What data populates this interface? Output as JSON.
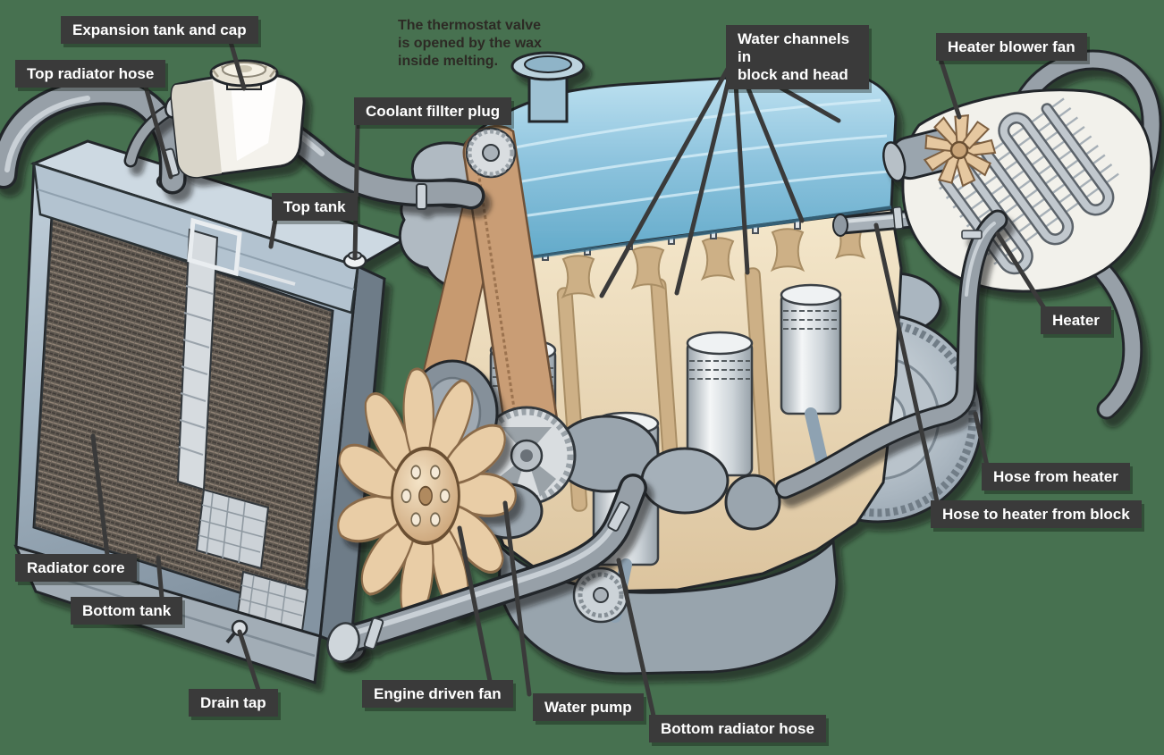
{
  "scene": {
    "description": "Cutaway diagram of a car engine water cooling system",
    "colors": {
      "background": "#477150",
      "label_background": "#3a3a3a",
      "label_text": "#ffffff",
      "leader_line": "#3a3a3a",
      "note_text": "#2d2a25",
      "engine_valve_cover": "#7fb8d8",
      "engine_block_cutaway": "#ecdcbe",
      "fan_and_belt": "#e0bf97",
      "radiator_metal": "#a3b4c2",
      "hose_gray": "#97a0a8"
    },
    "note": {
      "lines": [
        "The thermostat valve",
        "is opened by the wax",
        "inside melting."
      ]
    },
    "labels": {
      "expansion_tank": "Expansion tank and cap",
      "top_radiator_hose": "Top radiator hose",
      "coolant_filler_plug": "Coolant fillter plug",
      "top_tank": "Top tank",
      "water_channels": {
        "line1": "Water channels in",
        "line2": "block and head"
      },
      "heater_blower_fan": "Heater blower fan",
      "heater": "Heater",
      "hose_from_heater": "Hose from heater",
      "hose_to_heater_from_block": "Hose to heater from block",
      "radiator_core": "Radiator core",
      "bottom_tank": "Bottom tank",
      "drain_tap": "Drain tap",
      "engine_driven_fan": "Engine driven fan",
      "water_pump": "Water pump",
      "bottom_radiator_hose": "Bottom radiator hose"
    }
  }
}
